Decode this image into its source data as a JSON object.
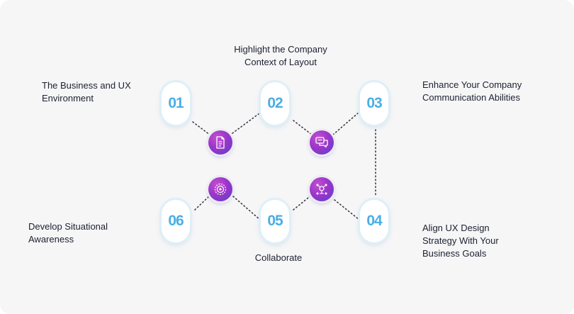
{
  "steps": [
    {
      "number": "01",
      "lines": [
        "The Business and UX",
        "Environment"
      ]
    },
    {
      "number": "02",
      "lines": [
        "Highlight the Company",
        "Context of Layout"
      ]
    },
    {
      "number": "03",
      "lines": [
        "Enhance Your Company",
        "Communication Abilities"
      ]
    },
    {
      "number": "04",
      "lines": [
        "Align UX Design",
        "Strategy With Your",
        "Business Goals"
      ]
    },
    {
      "number": "05",
      "lines": [
        "Collaborate"
      ]
    },
    {
      "number": "06",
      "lines": [
        "Develop Situational",
        "Awareness"
      ]
    }
  ],
  "icons": [
    "document-icon",
    "chat-icon",
    "target-icon",
    "network-icon"
  ],
  "colors": {
    "number": "#4aaee6",
    "icon_start": "#c24fd0",
    "icon_end": "#5a3fcf",
    "background": "#f6f6f7"
  }
}
